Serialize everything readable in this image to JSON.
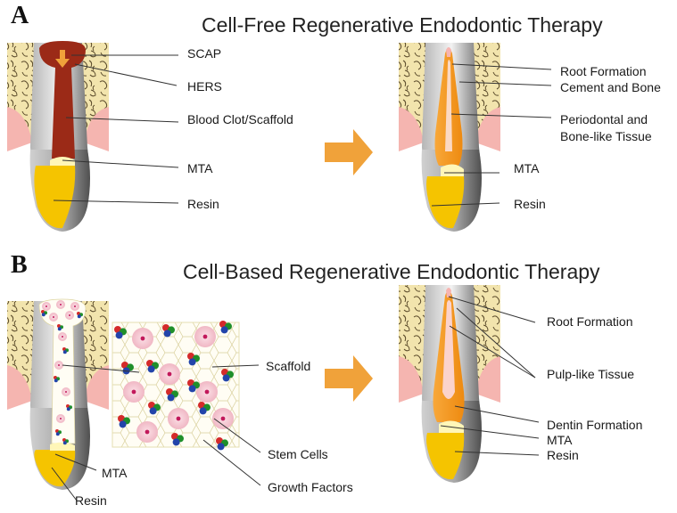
{
  "panel_a": {
    "letter": "A",
    "title": "Cell-Free Regenerative Endodontic Therapy",
    "left_labels": {
      "scap": "SCAP",
      "hers": "HERS",
      "blood_clot": "Blood Clot/Scaffold",
      "mta": "MTA",
      "resin": "Resin"
    },
    "right_labels": {
      "root_formation": "Root Formation",
      "cement_bone": "Cement and Bone",
      "periodontal_1": "Periodontal and",
      "periodontal_2": "Bone-like Tissue",
      "mta": "MTA",
      "resin": "Resin"
    }
  },
  "panel_b": {
    "letter": "B",
    "title": "Cell-Based Regenerative Endodontic Therapy",
    "left_labels": {
      "scaffold": "Scaffold",
      "stem_cells": "Stem Cells",
      "growth_factors": "Growth Factors",
      "mta": "MTA",
      "resin": "Resin"
    },
    "right_labels": {
      "root_formation": "Root Formation",
      "pulp_like": "Pulp-like Tissue",
      "dentin": "Dentin Formation",
      "mta": "MTA",
      "resin": "Resin"
    }
  },
  "colors": {
    "blood_clot": "#9b2a17",
    "new_tissue": "#f0900f",
    "mta": "#f5c400",
    "bone": "#f1e2a9",
    "gingiva": "#f5b5b0",
    "arrow": "#f0a23a",
    "root_gray": "#8a8a8a"
  }
}
